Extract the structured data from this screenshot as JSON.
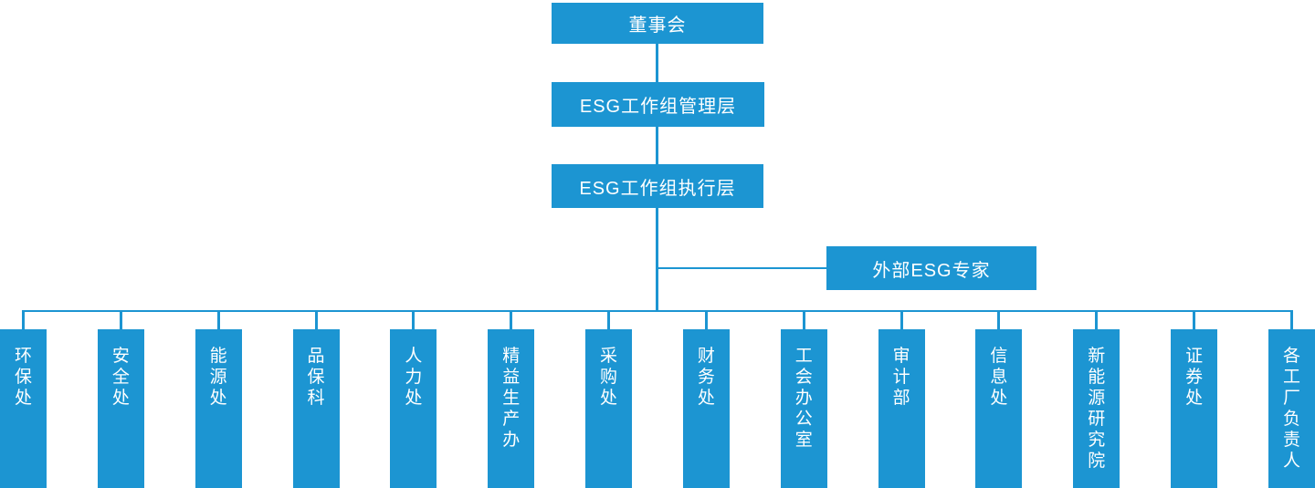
{
  "org": {
    "type": "org-chart",
    "colors": {
      "node_fill": "#1c95d2",
      "connector": "#1c95d2",
      "text": "#ffffff",
      "background": "#ffffff"
    },
    "nodes": {
      "board": {
        "label": "董事会"
      },
      "management": {
        "label": "ESG工作组管理层"
      },
      "execution": {
        "label": "ESG工作组执行层"
      },
      "external": {
        "label": "外部ESG专家"
      }
    },
    "hierarchy_note": "board > management > execution > departments; external expert branches from execution trunk",
    "departments": [
      {
        "label": "环保处"
      },
      {
        "label": "安全处"
      },
      {
        "label": "能源处"
      },
      {
        "label": "品保科"
      },
      {
        "label": "人力处"
      },
      {
        "label": "精益生产办"
      },
      {
        "label": "采购处"
      },
      {
        "label": "财务处"
      },
      {
        "label": "工会办公室"
      },
      {
        "label": "审计部"
      },
      {
        "label": "信息处"
      },
      {
        "label": "新能源研究院"
      },
      {
        "label": "证券处"
      },
      {
        "label": "各工厂负责人"
      }
    ]
  }
}
